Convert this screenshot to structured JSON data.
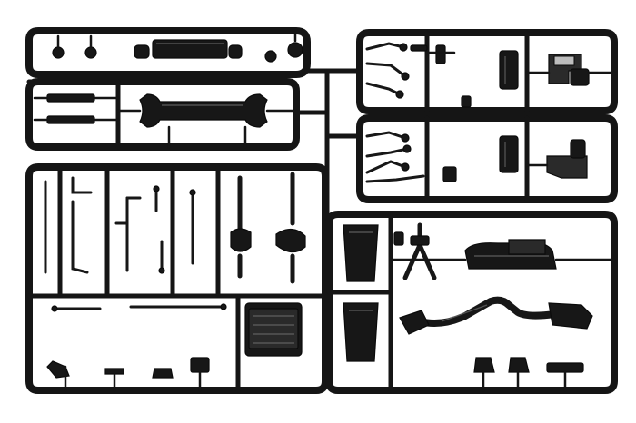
{
  "scene": {
    "background": "#ffffff",
    "plastic_color": "#151515",
    "sprues": [
      {
        "id": "top-left",
        "label": ""
      },
      {
        "id": "top-right-upper",
        "label": ""
      },
      {
        "id": "top-right-lower",
        "label": ""
      },
      {
        "id": "bottom-left",
        "label": ""
      },
      {
        "id": "bottom-right",
        "label": ""
      }
    ]
  }
}
